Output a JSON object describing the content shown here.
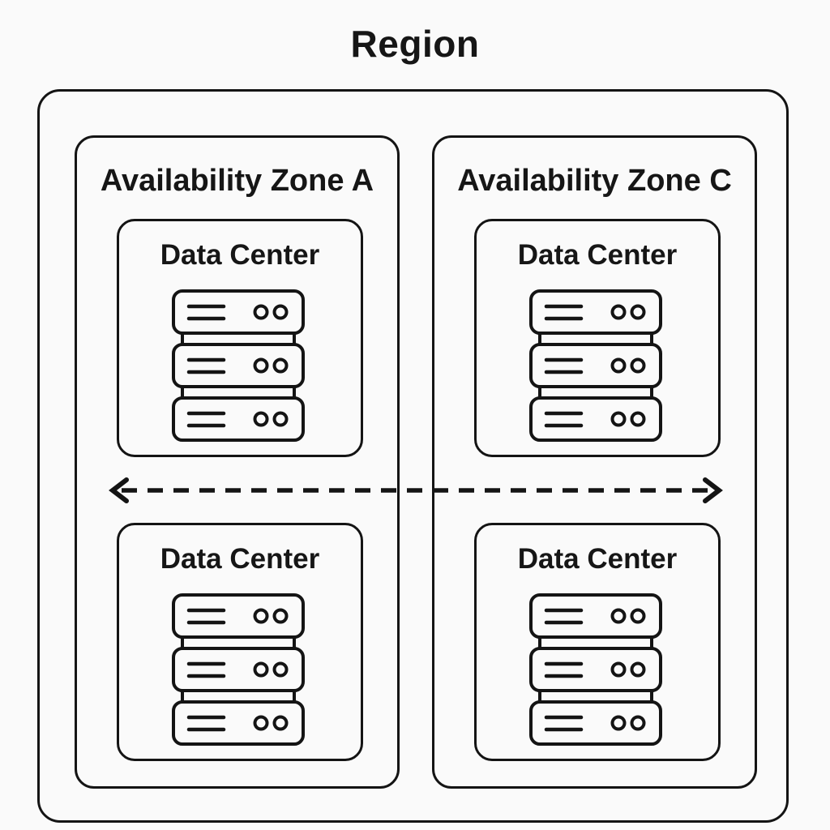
{
  "title": "Region",
  "zones": [
    {
      "label": "Availability Zone A",
      "data_centers": [
        {
          "label": "Data Center",
          "icon": "server-stack-icon"
        },
        {
          "label": "Data Center",
          "icon": "server-stack-icon"
        }
      ]
    },
    {
      "label": "Availability Zone C",
      "data_centers": [
        {
          "label": "Data Center",
          "icon": "server-stack-icon"
        },
        {
          "label": "Data Center",
          "icon": "server-stack-icon"
        }
      ]
    }
  ],
  "connector": {
    "icon": "bidirectional-dashed-arrow"
  },
  "colors": {
    "background": "#fafafa",
    "stroke": "#141414",
    "text": "#161616"
  }
}
